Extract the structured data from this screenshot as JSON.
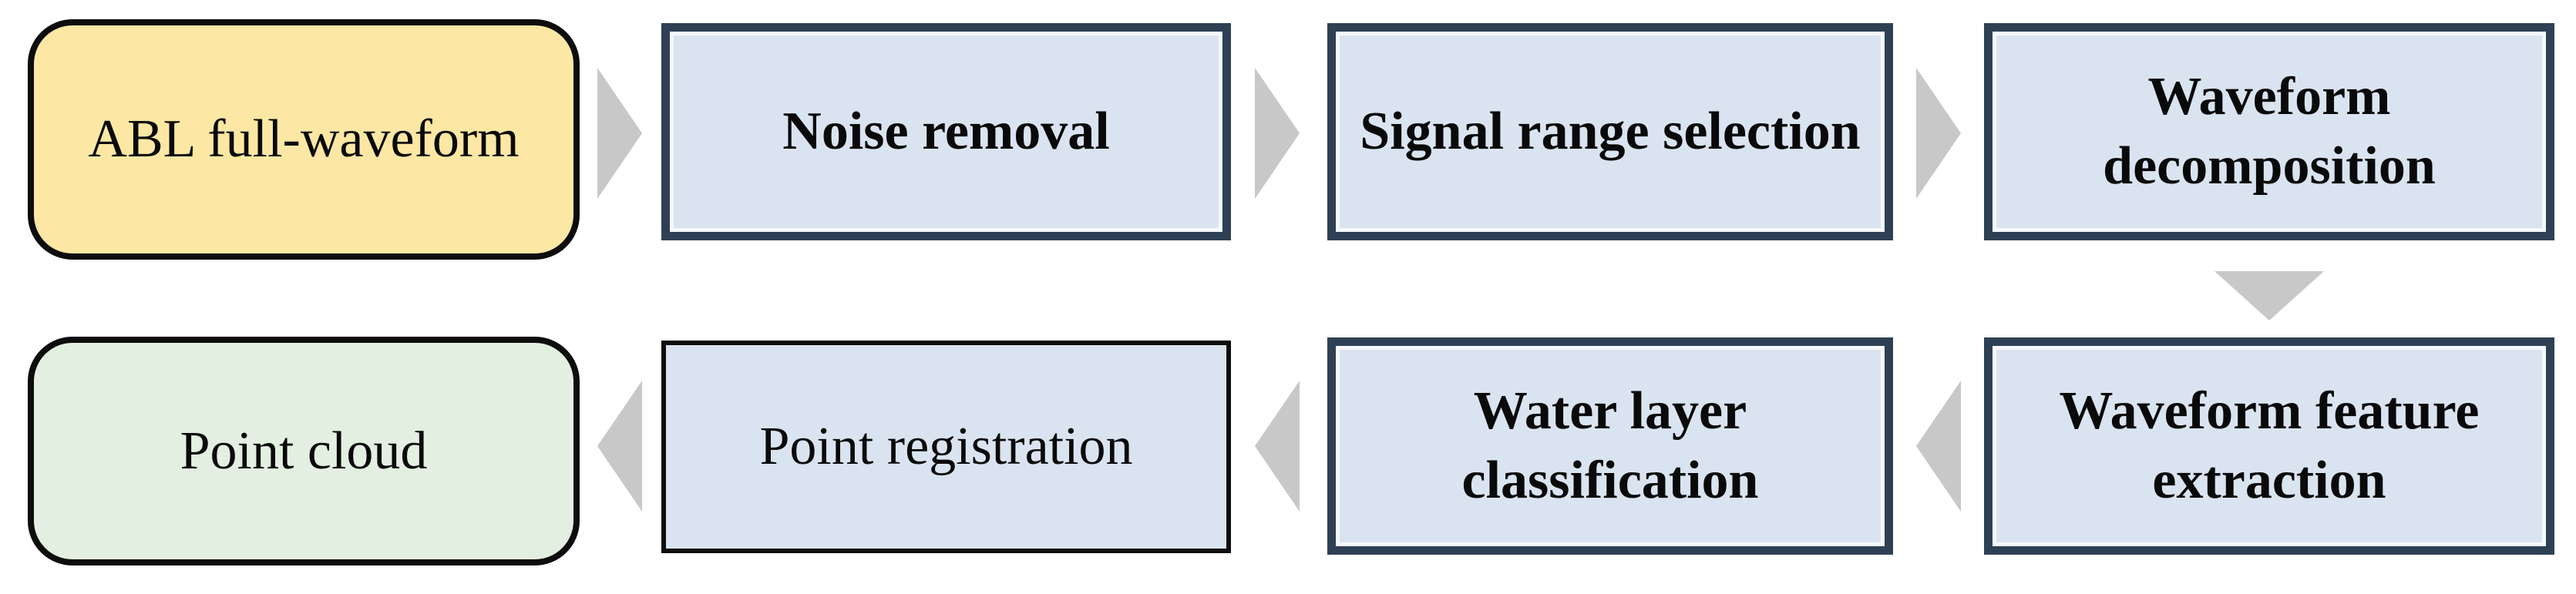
{
  "diagram": {
    "description": "ABL full-waveform data processing flowchart",
    "colors": {
      "input-fill": "#FCE8A4",
      "output-fill": "#E3EFE0",
      "process-fill": "#DAE4F1",
      "process-border": "#2E4054",
      "plain-border": "#0D0D0D",
      "arrow": "#C8C8C8",
      "text": "#0A0A0A",
      "background": "#FFFFFF"
    },
    "nodes": [
      {
        "label": "ABL full-waveform",
        "shape": "rounded-rectangle",
        "role": "input"
      },
      {
        "label": "Noise removal",
        "shape": "rectangle",
        "role": "process"
      },
      {
        "label": "Signal range selection",
        "shape": "rectangle",
        "role": "process"
      },
      {
        "label": "Waveform decomposition",
        "shape": "rectangle",
        "role": "process"
      },
      {
        "label": "Waveform feature extraction",
        "shape": "rectangle",
        "role": "process"
      },
      {
        "label": "Water layer classification",
        "shape": "rectangle",
        "role": "process"
      },
      {
        "label": "Point registration",
        "shape": "rectangle",
        "role": "process"
      },
      {
        "label": "Point cloud",
        "shape": "rounded-rectangle",
        "role": "output"
      }
    ],
    "arrows": [
      {
        "from": "ABL full-waveform",
        "to": "Noise removal",
        "direction": "right"
      },
      {
        "from": "Noise removal",
        "to": "Signal range selection",
        "direction": "right"
      },
      {
        "from": "Signal range selection",
        "to": "Waveform decomposition",
        "direction": "right"
      },
      {
        "from": "Waveform decomposition",
        "to": "Waveform feature extraction",
        "direction": "down"
      },
      {
        "from": "Waveform feature extraction",
        "to": "Water layer classification",
        "direction": "left"
      },
      {
        "from": "Water layer classification",
        "to": "Point registration",
        "direction": "left"
      },
      {
        "from": "Point registration",
        "to": "Point cloud",
        "direction": "left"
      }
    ]
  }
}
